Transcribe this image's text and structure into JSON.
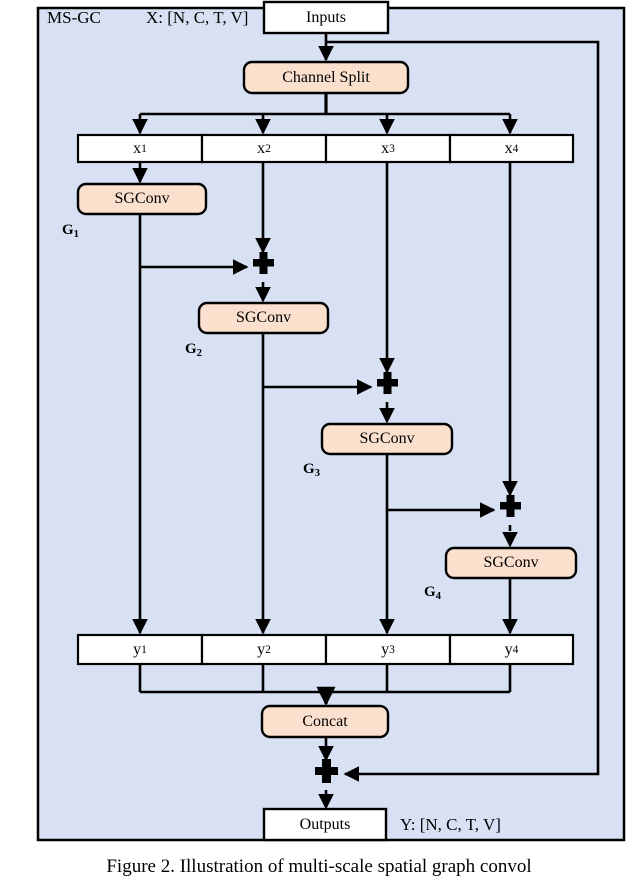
{
  "figure": {
    "module_label": "MS-GC",
    "input_shape_label": "X: [N, C, T, V]",
    "output_shape_label": "Y: [N, C, T, V]",
    "caption": "Figure 2. Illustration of multi-scale spatial graph convol"
  },
  "nodes": {
    "inputs": "Inputs",
    "channel_split": "Channel Split",
    "concat": "Concat",
    "outputs": "Outputs"
  },
  "split_row": {
    "items": [
      {
        "base": "x",
        "sub": "1"
      },
      {
        "base": "x",
        "sub": "2"
      },
      {
        "base": "x",
        "sub": "3"
      },
      {
        "base": "x",
        "sub": "4"
      }
    ]
  },
  "output_row": {
    "items": [
      {
        "base": "y",
        "sub": "1"
      },
      {
        "base": "y",
        "sub": "2"
      },
      {
        "base": "y",
        "sub": "3"
      },
      {
        "base": "y",
        "sub": "4"
      }
    ]
  },
  "branches": [
    {
      "op": "SGConv",
      "group_base": "G",
      "group_sub": "1"
    },
    {
      "op": "SGConv",
      "group_base": "G",
      "group_sub": "2"
    },
    {
      "op": "SGConv",
      "group_base": "G",
      "group_sub": "3"
    },
    {
      "op": "SGConv",
      "group_base": "G",
      "group_sub": "4"
    }
  ],
  "adders": [
    {
      "symbol": "+",
      "name": "add-1"
    },
    {
      "symbol": "+",
      "name": "add-2"
    },
    {
      "symbol": "+",
      "name": "add-3"
    },
    {
      "symbol": "+",
      "name": "residual-add"
    }
  ],
  "colors": {
    "panel_fill": "#d7e1f3",
    "op_fill": "#fbe0ce",
    "plain_fill": "#ffffff",
    "stroke": "#000000"
  }
}
